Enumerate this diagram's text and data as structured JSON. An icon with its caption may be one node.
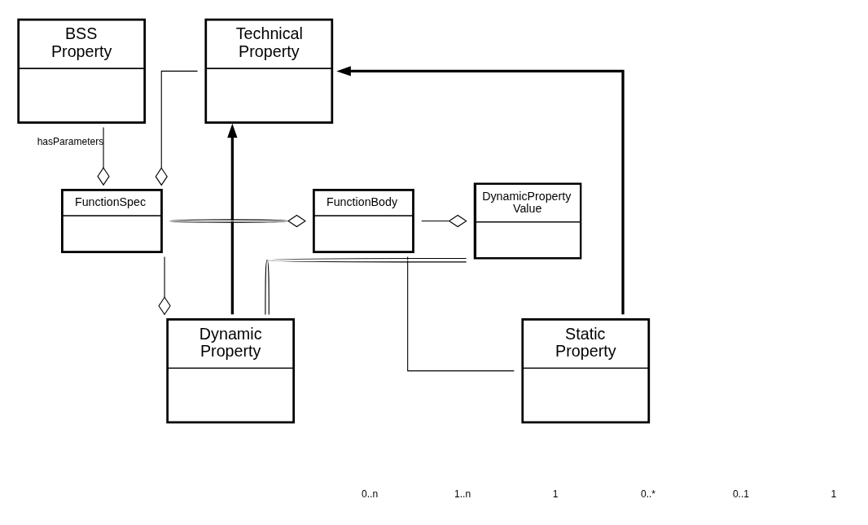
{
  "diagram": {
    "nodes": [
      {
        "text": [
          "Technical Property"
        ]
      },
      {
        "text": [
          "BSS Property"
        ]
      },
      {
        "text": [
          "Static Property"
        ]
      },
      {
        "text": [
          "Dynamic Property"
        ]
      },
      {
        "text": [
          "FunctionBody"
        ]
      },
      {
        "text": [
          "DynamicProperty Value"
        ]
      },
      {
        "text": [
          "FunctionSpec"
        ]
      }
    ],
    "edges": [
      {
        "from": 2,
        "to": 0,
        "arrow": "to",
        "style": "thick"
      },
      {
        "from": 3,
        "to": 0,
        "arrow": "to",
        "style": "thick"
      },
      {
        "from": 0,
        "to": 6,
        "arrow": "other"
      },
      {
        "from": 1,
        "to": 6,
        "arrow": "other",
        "label": "hasParameters"
      },
      {
        "from": 2,
        "to": 4,
        "arrow": "none"
      },
      {
        "from": 3,
        "to": 5,
        "arrow": "none"
      },
      {
        "from": 6,
        "to": 3,
        "arrow": "other"
      },
      {
        "from": 4,
        "to": 5,
        "arrow": "other"
      },
      {
        "from": 6,
        "to": 4,
        "arrow": "other"
      }
    ],
    "labels": [
      "0..n",
      "1..n",
      "1",
      "0..*",
      "0..1",
      "1"
    ]
  }
}
